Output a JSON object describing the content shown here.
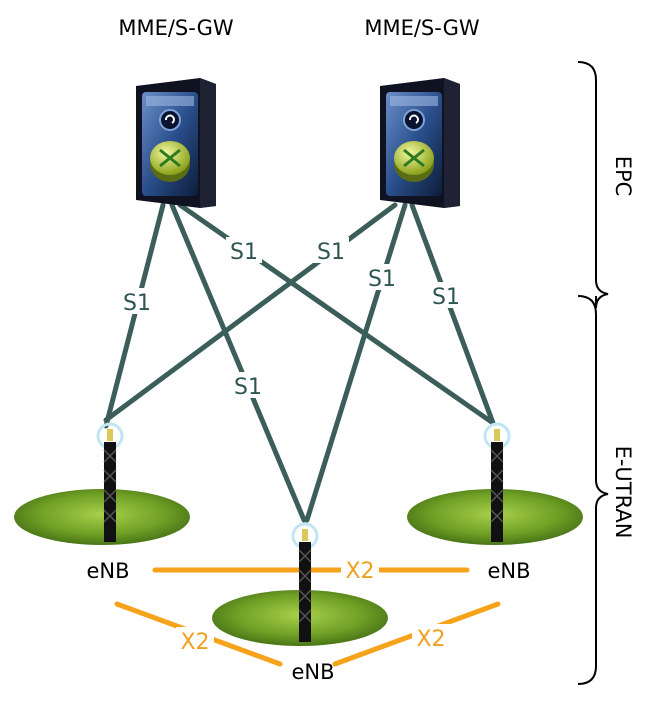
{
  "core": {
    "left_title": "MME/S-GW",
    "right_title": "MME/S-GW"
  },
  "interfaces": {
    "s1": "S1",
    "x2": "X2"
  },
  "nodes": {
    "enb_left": "eNB",
    "enb_right": "eNB",
    "enb_center": "eNB"
  },
  "domains": {
    "epc": "EPC",
    "eutran": "E-UTRAN"
  },
  "colors": {
    "s1_line": "#3c5e5b",
    "x2_line": "#f7a21b",
    "grass": "#5e8d1e",
    "server_dark": "#1a1a2a",
    "server_blue": "#2f5fa0"
  }
}
